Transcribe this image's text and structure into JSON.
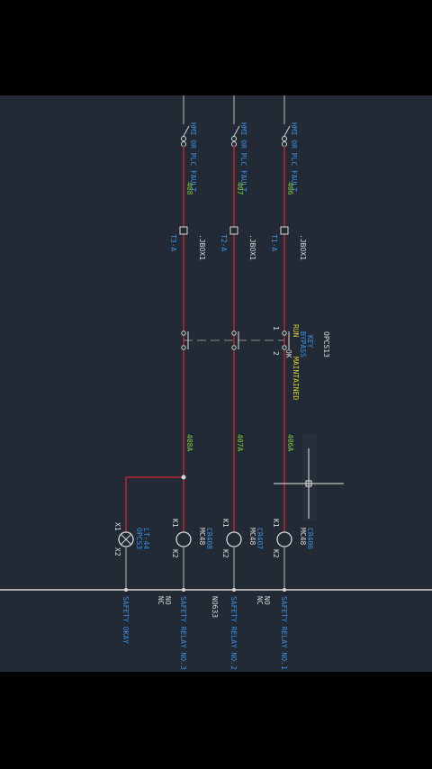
{
  "colors": {
    "background": "#222a35",
    "frame": "#000000",
    "wire_red": "#b3262b",
    "wire_grey": "#8c8c8c",
    "wire_white": "#d8d8d8",
    "text_blue": "#3c8ddc",
    "text_green": "#7ec83a",
    "text_yellow": "#d8c838"
  },
  "rungs": [
    {
      "id": "rung1",
      "wire_top": "408",
      "wire_bottom": "408A",
      "coil_tag": "MC48",
      "coil_sub": "CR408",
      "term_tag": "T3-A",
      "term_sub": ".JBOX1",
      "relay_label": "SAFETY RELAY NO.3",
      "k1": "K1",
      "k2": "K2"
    },
    {
      "id": "rung2",
      "wire_top": "407",
      "wire_bottom": "407A",
      "coil_tag": "MC48",
      "coil_sub": "CR407",
      "term_tag": "T2-A",
      "term_sub": ".JBOX1",
      "relay_label": "SAFETY RELAY NO.2",
      "k1": "K1",
      "k2": "K2"
    },
    {
      "id": "rung3",
      "wire_top": "406",
      "wire_bottom": "406A",
      "coil_tag": "MC48",
      "coil_sub": "CR406",
      "term_tag": "T1-A",
      "term_sub": ".JBOX1",
      "relay_label": "SAFETY RELAY NO.1",
      "k1": "K1",
      "k2": "K2"
    }
  ],
  "pushbutton": {
    "tag": "OPCS13",
    "lines": [
      "RUN",
      "BYPASS",
      "KEY",
      "MAINTAINED"
    ],
    "pins": [
      "1",
      "2"
    ],
    "ok": "OK"
  },
  "lamp": {
    "tag": "OPCS3",
    "sub": "LT-44",
    "x1": "X1",
    "x2": "X2",
    "label": "SAFETY OKAY"
  },
  "contacts": [
    {
      "text": "NC"
    },
    {
      "text": "NO"
    },
    {
      "text": "NO633"
    },
    {
      "text": "NC"
    },
    {
      "text": "NO"
    }
  ],
  "top_labels": [
    "HMI OR PLC FAULT",
    "HMI OR PLC FAULT",
    "HMI OR PLC FAULT"
  ]
}
